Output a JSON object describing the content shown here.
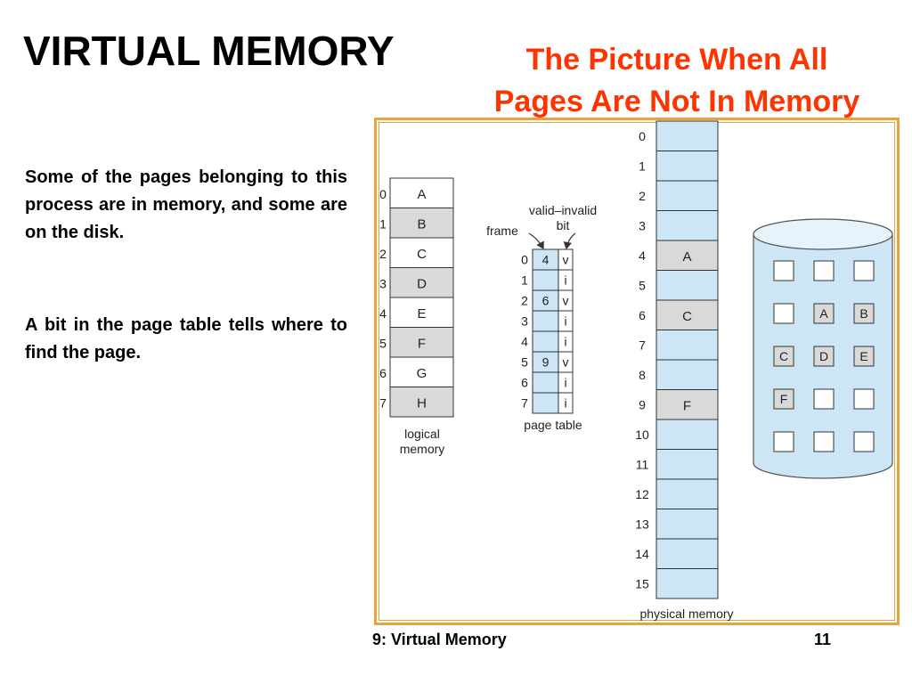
{
  "slide": {
    "title": "VIRTUAL MEMORY",
    "subtitle_line1": "The Picture When All",
    "subtitle_line2": "Pages Are Not  In Memory",
    "paragraph1": "Some of the pages belonging to this process are in memory, and some are on the disk.",
    "paragraph2": "A bit in the page table tells where to find the page.",
    "footer_left": "9: Virtual Memory",
    "footer_right": "11"
  },
  "figure": {
    "logical_memory": {
      "label_line1": "logical",
      "label_line2": "memory",
      "rows": [
        {
          "index": "0",
          "page": "A",
          "shaded": false
        },
        {
          "index": "1",
          "page": "B",
          "shaded": true
        },
        {
          "index": "2",
          "page": "C",
          "shaded": false
        },
        {
          "index": "3",
          "page": "D",
          "shaded": true
        },
        {
          "index": "4",
          "page": "E",
          "shaded": false
        },
        {
          "index": "5",
          "page": "F",
          "shaded": true
        },
        {
          "index": "6",
          "page": "G",
          "shaded": false
        },
        {
          "index": "7",
          "page": "H",
          "shaded": true
        }
      ]
    },
    "page_table": {
      "label": "page table",
      "frame_label": "frame",
      "valid_invalid_label_line1": "valid–invalid",
      "valid_invalid_label_line2": "bit",
      "rows": [
        {
          "index": "0",
          "frame": "4",
          "bit": "v"
        },
        {
          "index": "1",
          "frame": "",
          "bit": "i"
        },
        {
          "index": "2",
          "frame": "6",
          "bit": "v"
        },
        {
          "index": "3",
          "frame": "",
          "bit": "i"
        },
        {
          "index": "4",
          "frame": "",
          "bit": "i"
        },
        {
          "index": "5",
          "frame": "9",
          "bit": "v"
        },
        {
          "index": "6",
          "frame": "",
          "bit": "i"
        },
        {
          "index": "7",
          "frame": "",
          "bit": "i"
        }
      ]
    },
    "physical_memory": {
      "label": "physical memory",
      "frames": [
        {
          "index": "0",
          "page": ""
        },
        {
          "index": "1",
          "page": ""
        },
        {
          "index": "2",
          "page": ""
        },
        {
          "index": "3",
          "page": ""
        },
        {
          "index": "4",
          "page": "A"
        },
        {
          "index": "5",
          "page": ""
        },
        {
          "index": "6",
          "page": "C"
        },
        {
          "index": "7",
          "page": ""
        },
        {
          "index": "8",
          "page": ""
        },
        {
          "index": "9",
          "page": "F"
        },
        {
          "index": "10",
          "page": ""
        },
        {
          "index": "11",
          "page": ""
        },
        {
          "index": "12",
          "page": ""
        },
        {
          "index": "13",
          "page": ""
        },
        {
          "index": "14",
          "page": ""
        },
        {
          "index": "15",
          "page": ""
        }
      ]
    },
    "disk": {
      "rows": [
        [
          "",
          "",
          ""
        ],
        [
          "",
          "A",
          "B"
        ],
        [
          "C",
          "D",
          "E"
        ],
        [
          "F",
          "",
          ""
        ],
        [
          "",
          "",
          ""
        ]
      ]
    },
    "colors": {
      "frame_fill": "#cce6f6",
      "shaded_fill": "#d9d9d9",
      "disk_fill": "#cce6f6",
      "border": "#333333",
      "subtitle": "#ff3300",
      "figure_border": "#e8a33c"
    }
  }
}
